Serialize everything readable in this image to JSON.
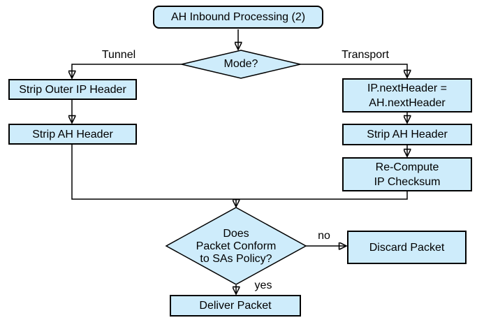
{
  "nodes": {
    "start": "AH Inbound Processing (2)",
    "mode_decision": "Mode?",
    "strip_outer_ip": "Strip Outer IP Header",
    "strip_ah_left": "Strip AH Header",
    "ip_next_header": "IP.nextHeader =\nAH.nextHeader",
    "strip_ah_right": "Strip AH Header",
    "recompute_checksum": "Re-Compute\nIP Checksum",
    "policy_decision": "Does\nPacket Conform\nto SAs Policy?",
    "discard": "Discard Packet",
    "deliver": "Deliver Packet"
  },
  "edge_labels": {
    "tunnel": "Tunnel",
    "transport": "Transport",
    "no": "no",
    "yes": "yes"
  },
  "colors": {
    "node_fill": "#ceecfb",
    "node_border": "#000000",
    "line_color": "#000000",
    "background": "#ffffff",
    "text": "#000000"
  }
}
